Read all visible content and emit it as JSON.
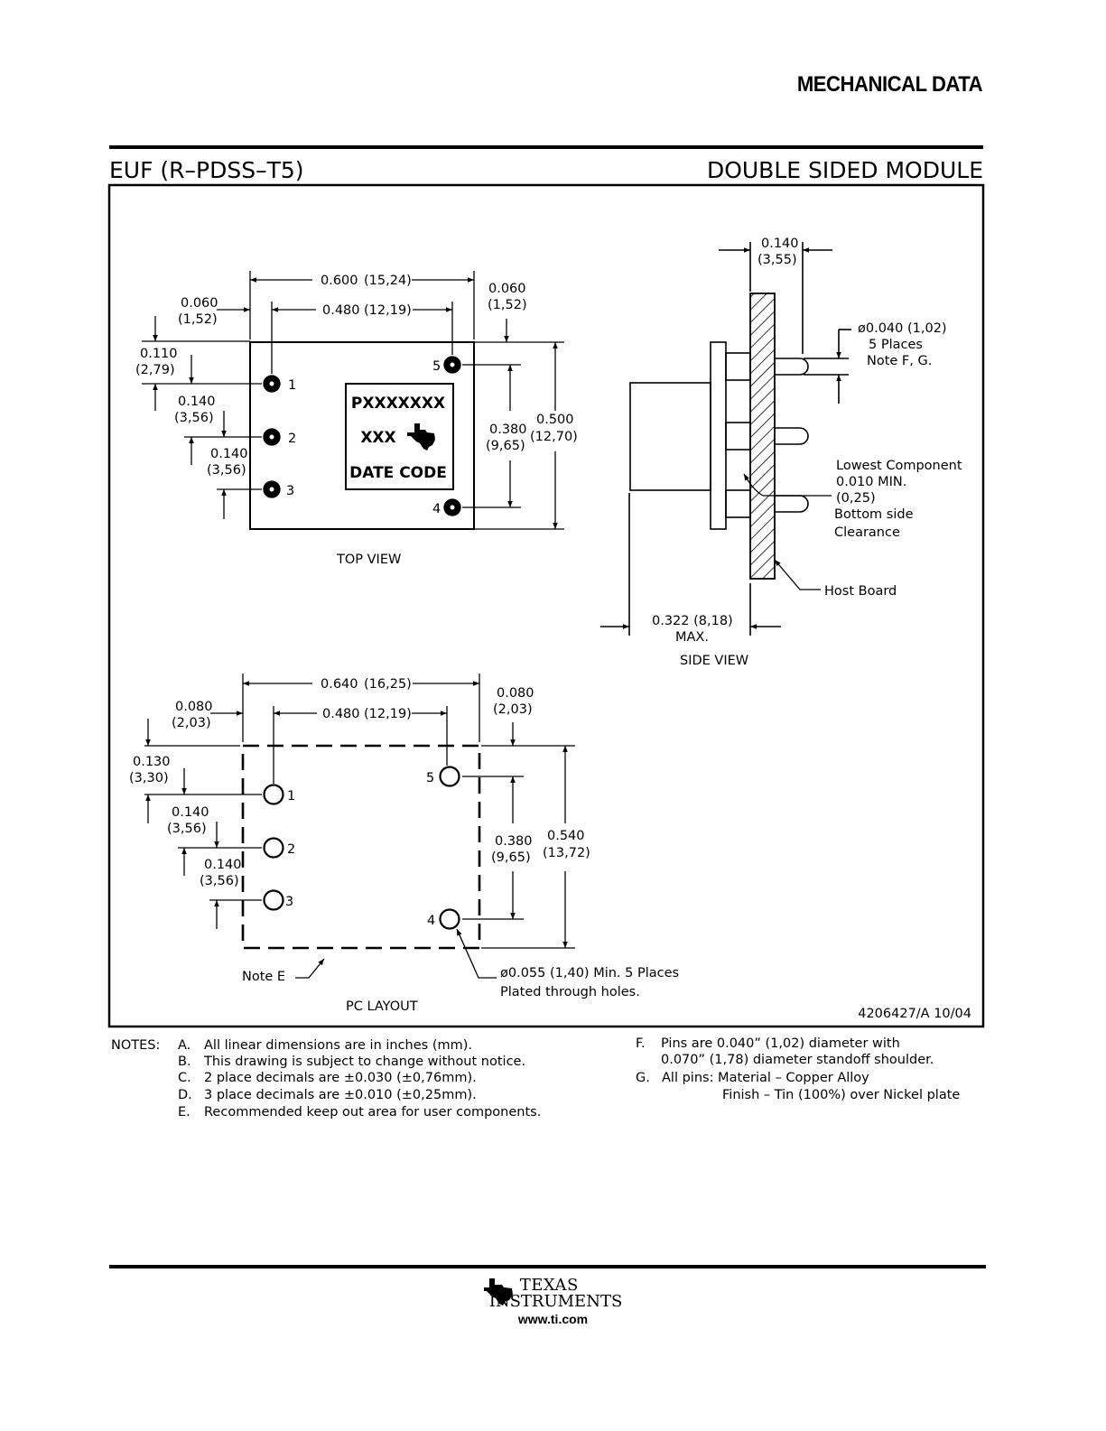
{
  "header": {
    "section_title": "MECHANICAL DATA"
  },
  "drawing": {
    "package_code": "EUF (R–PDSS–T5)",
    "module_type": "DOUBLE SIDED MODULE",
    "doc_number": "4206427/A 10/04",
    "top_view": {
      "caption": "TOP VIEW",
      "marking_line1": "PXXXXXXX",
      "marking_line2": "XXX",
      "marking_line3": "DATE CODE",
      "pins": [
        "1",
        "2",
        "3",
        "4",
        "5"
      ],
      "dims": {
        "width_in": "0.600",
        "width_mm": "(15,24)",
        "pitch_x_in": "0.480",
        "pitch_x_mm": "(12,19)",
        "left_in": "0.060",
        "left_mm": "(1,52)",
        "right_in": "0.060",
        "right_mm": "(1,52)",
        "top_in": "0.110",
        "top_mm": "(2,79)",
        "pin12_in": "0.140",
        "pin12_mm": "(3,56)",
        "pin23_in": "0.140",
        "pin23_mm": "(3,56)",
        "pin45_in": "0.380",
        "pin45_mm": "(9,65)",
        "height_in": "0.500",
        "height_mm": "(12,70)"
      }
    },
    "side_view": {
      "caption": "SIDE VIEW",
      "thickness_in": "0.140",
      "thickness_mm": "(3,55)",
      "pin_note_1": "ø0.040 (1,02)",
      "pin_note_2": "5 Places",
      "pin_note_3": "Note F, G.",
      "clear_1": "Lowest Component",
      "clear_2": "0.010 MIN.",
      "clear_3": "(0,25)",
      "clear_4": "Bottom side",
      "clear_5": "Clearance",
      "host_board": "Host Board",
      "height_1": "0.322 (8,18)",
      "height_2": "MAX."
    },
    "pc_layout": {
      "caption": "PC LAYOUT",
      "note_e": "Note E",
      "hole_note_1": "ø0.055 (1,40) Min. 5 Places",
      "hole_note_2": "Plated through holes.",
      "pins": [
        "1",
        "2",
        "3",
        "4",
        "5"
      ],
      "dims": {
        "width_in": "0.640",
        "width_mm": "(16,25)",
        "pitch_x_in": "0.480",
        "pitch_x_mm": "(12,19)",
        "left_in": "0.080",
        "left_mm": "(2,03)",
        "right_in": "0.080",
        "right_mm": "(2,03)",
        "top_in": "0.130",
        "top_mm": "(3,30)",
        "pin12_in": "0.140",
        "pin12_mm": "(3,56)",
        "pin23_in": "0.140",
        "pin23_mm": "(3,56)",
        "pin45_in": "0.380",
        "pin45_mm": "(9,65)",
        "height_in": "0.540",
        "height_mm": "(13,72)"
      }
    }
  },
  "notes": {
    "heading": "NOTES:",
    "A": "All linear dimensions are in inches (mm).",
    "B": "This drawing is subject to change without notice.",
    "C": "2 place decimals are ±0.030 (±0,76mm).",
    "D": "3 place decimals are ±0.010 (±0,25mm).",
    "E": "Recommended keep out area for user components.",
    "F1": "Pins  are 0.040” (1,02) diameter with",
    "F2": "0.070” (1,78) diameter standoff shoulder.",
    "G1": "All pins: Material – Copper Alloy",
    "G2": "Finish – Tin (100%) over Nickel plate",
    "labels": [
      "A.",
      "B.",
      "C.",
      "D.",
      "E.",
      "F.",
      "G."
    ]
  },
  "footer": {
    "company_line1": "TEXAS",
    "company_line2": "INSTRUMENTS",
    "url": "www.ti.com"
  }
}
